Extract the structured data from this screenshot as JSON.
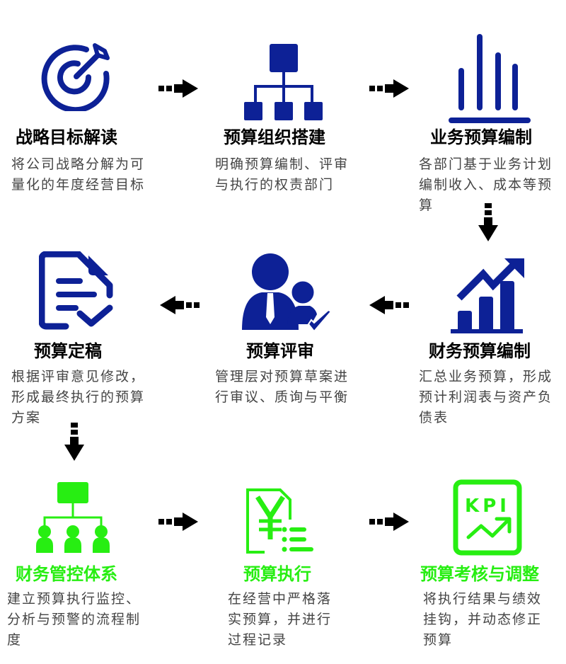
{
  "colors": {
    "primary_blue": "#0D2196",
    "accent_green": "#27EE12",
    "title_black": "#000000",
    "desc_gray": "#444444",
    "arrow": "#000000"
  },
  "steps": [
    {
      "id": 1,
      "icon": "target-dart-icon",
      "title": "战略目标解读",
      "desc": "将公司战略分解为可量化的年度经营目标",
      "color": "blue"
    },
    {
      "id": 2,
      "icon": "org-chart-icon",
      "title": "预算组织搭建",
      "desc": "明确预算编制、评审与执行的权责部门",
      "color": "blue"
    },
    {
      "id": 3,
      "icon": "bar-lines-icon",
      "title": "业务预算编制",
      "desc": "各部门基于业务计划编制收入、成本等预算",
      "color": "blue"
    },
    {
      "id": 4,
      "icon": "growth-chart-icon",
      "title": "财务预算编制",
      "desc": "汇总业务预算，形成预计利润表与资产负债表",
      "color": "blue"
    },
    {
      "id": 5,
      "icon": "manager-approval-icon",
      "title": "预算评审",
      "desc": "管理层对预算草案进行审议、质询与平衡",
      "color": "blue"
    },
    {
      "id": 6,
      "icon": "document-check-icon",
      "title": "预算定稿",
      "desc": "根据评审意见修改，形成最终执行的预算方案",
      "color": "blue"
    },
    {
      "id": 7,
      "icon": "team-hierarchy-icon",
      "title": "财务管控体系",
      "desc": "建立预算执行监控、分析与预警的流程制度",
      "color": "green"
    },
    {
      "id": 8,
      "icon": "yuan-document-icon",
      "title": "预算执行",
      "desc": "在经营中严格落实预算，并进行过程记录",
      "color": "green"
    },
    {
      "id": 9,
      "icon": "kpi-icon",
      "title": "预算考核与调整",
      "desc": "将执行结果与绩效挂钩，并动态修正预算",
      "color": "green"
    }
  ],
  "kpi_label": "KPI",
  "yuan_symbol": "¥",
  "arrows": [
    {
      "from": 1,
      "to": 2,
      "direction": "right"
    },
    {
      "from": 2,
      "to": 3,
      "direction": "right"
    },
    {
      "from": 3,
      "to": 4,
      "direction": "down"
    },
    {
      "from": 4,
      "to": 5,
      "direction": "left"
    },
    {
      "from": 5,
      "to": 6,
      "direction": "left"
    },
    {
      "from": 6,
      "to": 7,
      "direction": "down"
    },
    {
      "from": 7,
      "to": 8,
      "direction": "right"
    },
    {
      "from": 8,
      "to": 9,
      "direction": "right"
    }
  ]
}
